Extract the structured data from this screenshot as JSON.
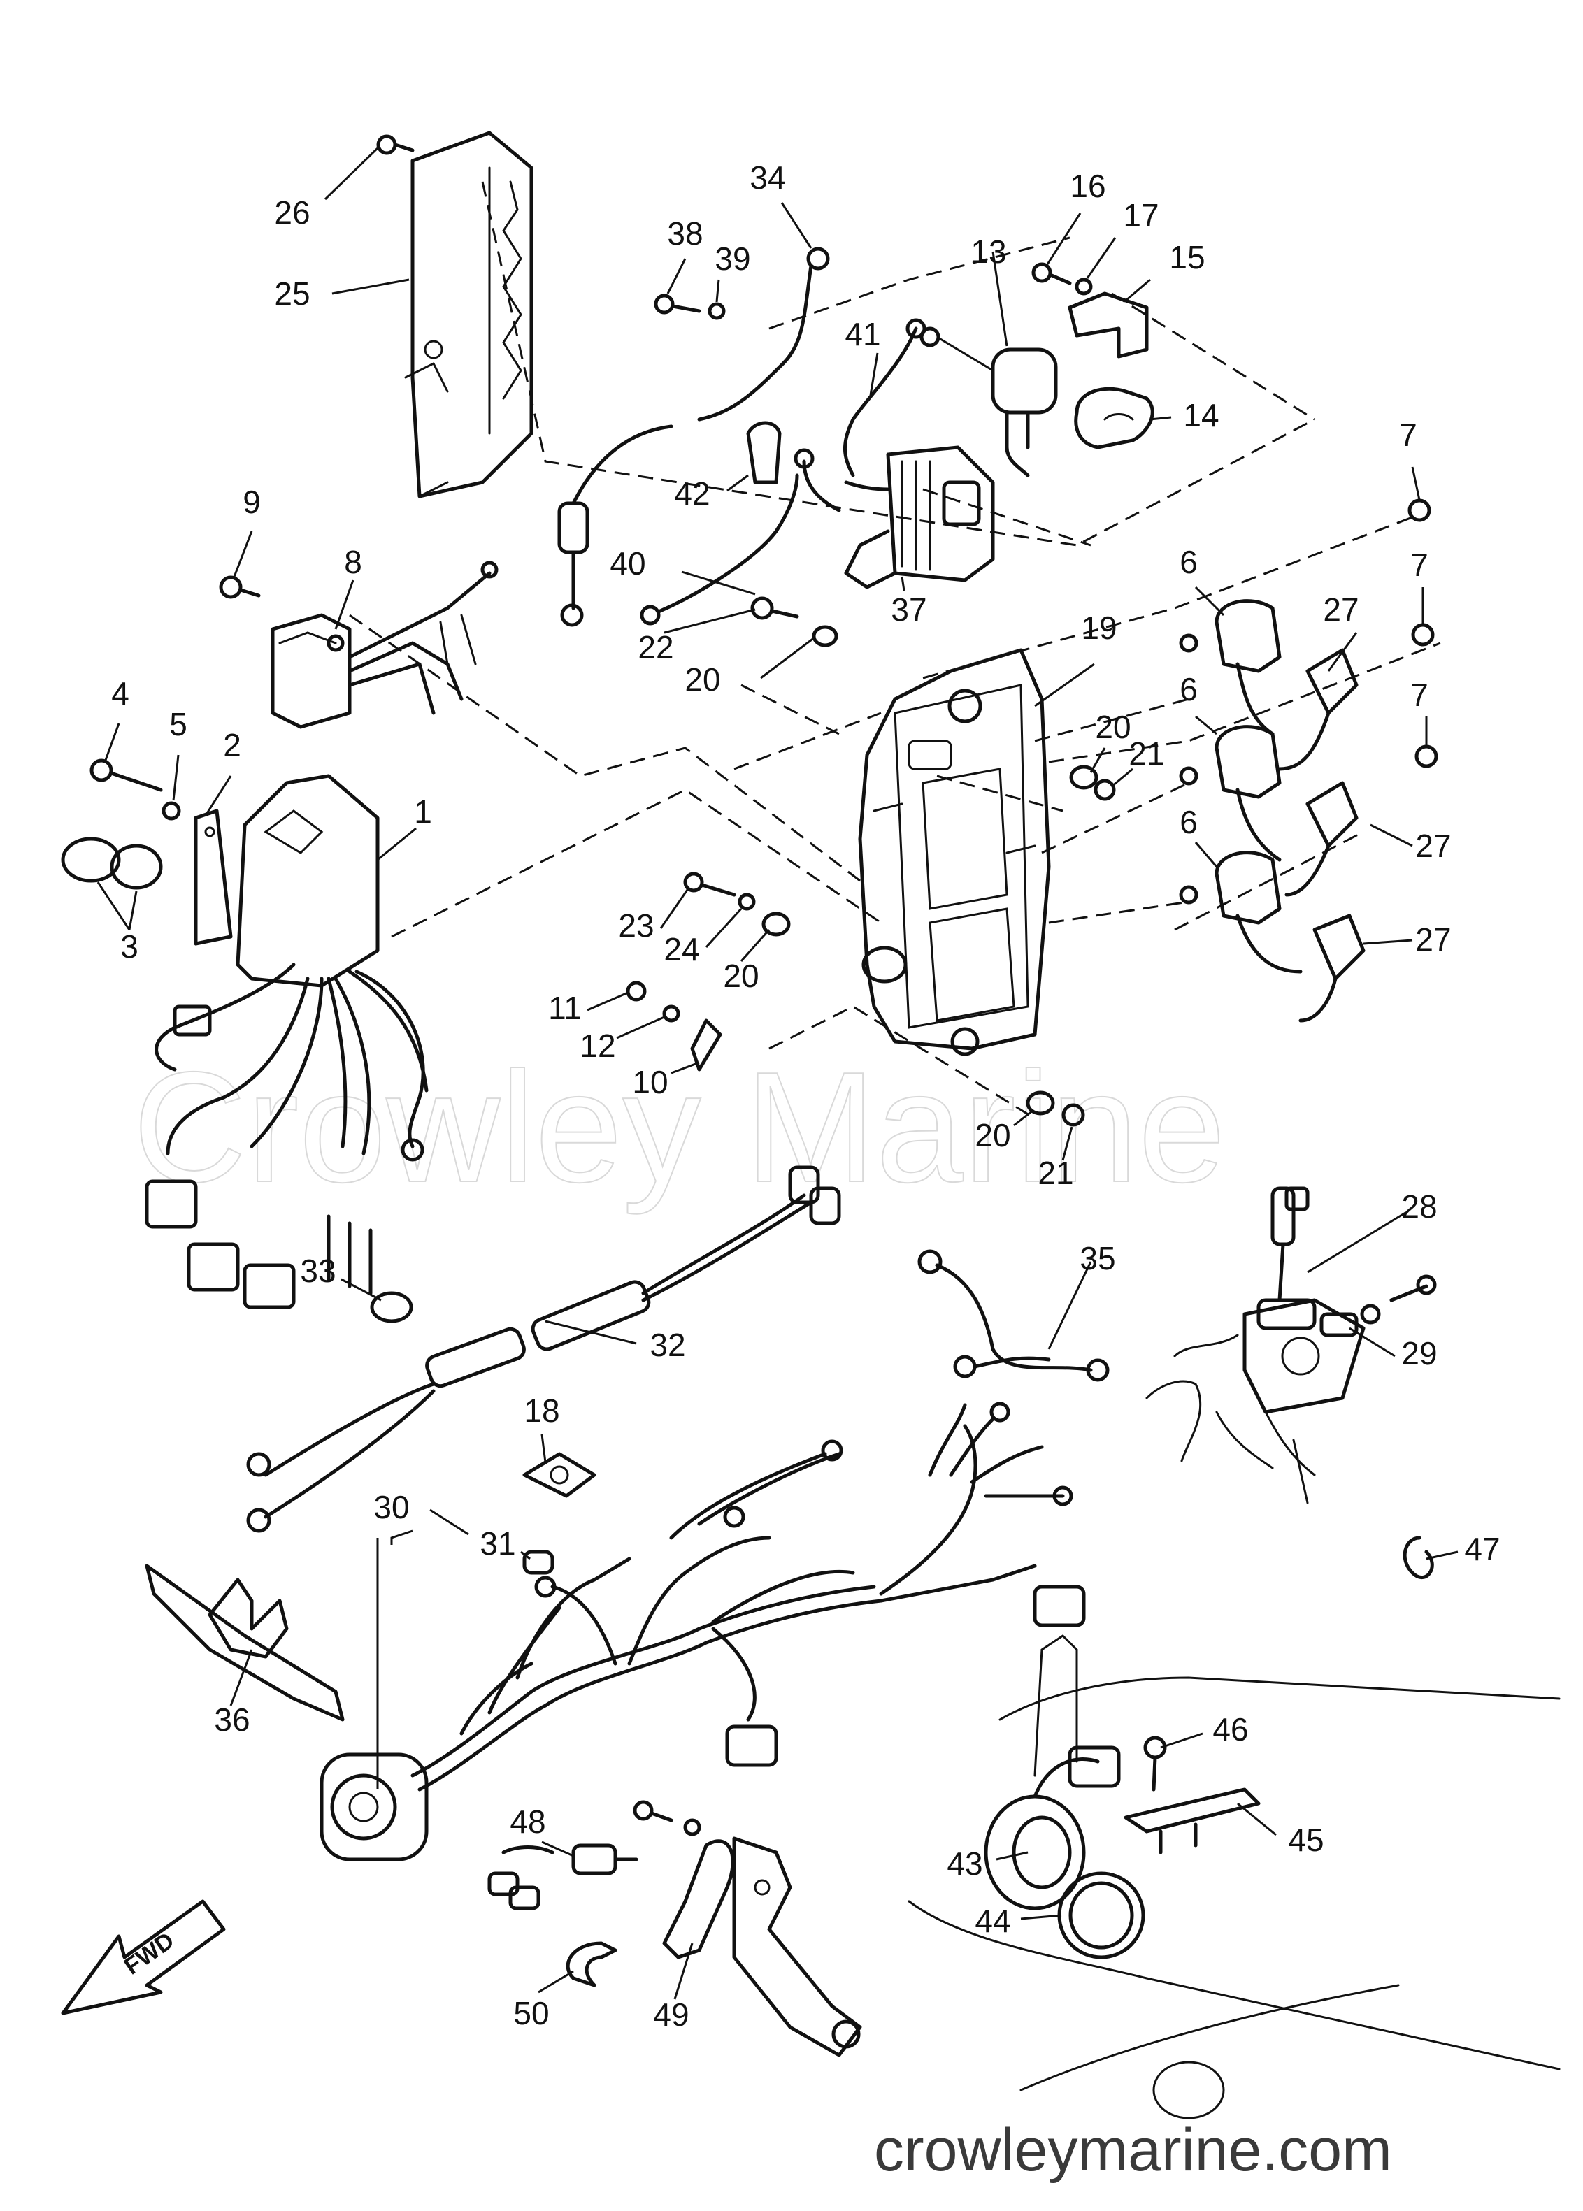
{
  "watermark": "Crowley Marine",
  "site_url": "crowleymarine.com",
  "direction_marker": "FWD",
  "callouts": [
    {
      "id": "c26",
      "label": "26"
    },
    {
      "id": "c25",
      "label": "25"
    },
    {
      "id": "c34",
      "label": "34"
    },
    {
      "id": "c38",
      "label": "38"
    },
    {
      "id": "c39",
      "label": "39"
    },
    {
      "id": "c13",
      "label": "13"
    },
    {
      "id": "c16",
      "label": "16"
    },
    {
      "id": "c17",
      "label": "17"
    },
    {
      "id": "c15",
      "label": "15"
    },
    {
      "id": "c41",
      "label": "41"
    },
    {
      "id": "c14",
      "label": "14"
    },
    {
      "id": "c42",
      "label": "42"
    },
    {
      "id": "c7a",
      "label": "7"
    },
    {
      "id": "c9",
      "label": "9"
    },
    {
      "id": "c8",
      "label": "8"
    },
    {
      "id": "c40",
      "label": "40"
    },
    {
      "id": "c37",
      "label": "37"
    },
    {
      "id": "c6a",
      "label": "6"
    },
    {
      "id": "c27a",
      "label": "27"
    },
    {
      "id": "c7b",
      "label": "7"
    },
    {
      "id": "c22",
      "label": "22"
    },
    {
      "id": "c19",
      "label": "19"
    },
    {
      "id": "c20a",
      "label": "20"
    },
    {
      "id": "c4",
      "label": "4"
    },
    {
      "id": "c5",
      "label": "5"
    },
    {
      "id": "c2",
      "label": "2"
    },
    {
      "id": "c20b",
      "label": "20"
    },
    {
      "id": "c21a",
      "label": "21"
    },
    {
      "id": "c6b",
      "label": "6"
    },
    {
      "id": "c7c",
      "label": "7"
    },
    {
      "id": "c1",
      "label": "1"
    },
    {
      "id": "c27b",
      "label": "27"
    },
    {
      "id": "c3",
      "label": "3"
    },
    {
      "id": "c23",
      "label": "23"
    },
    {
      "id": "c24",
      "label": "24"
    },
    {
      "id": "c20c",
      "label": "20"
    },
    {
      "id": "c6c",
      "label": "6"
    },
    {
      "id": "c27c",
      "label": "27"
    },
    {
      "id": "c11",
      "label": "11"
    },
    {
      "id": "c12",
      "label": "12"
    },
    {
      "id": "c10",
      "label": "10"
    },
    {
      "id": "c20d",
      "label": "20"
    },
    {
      "id": "c21b",
      "label": "21"
    },
    {
      "id": "c28",
      "label": "28"
    },
    {
      "id": "c33",
      "label": "33"
    },
    {
      "id": "c35",
      "label": "35"
    },
    {
      "id": "c32",
      "label": "32"
    },
    {
      "id": "c29",
      "label": "29"
    },
    {
      "id": "c18",
      "label": "18"
    },
    {
      "id": "c30",
      "label": "30"
    },
    {
      "id": "c31",
      "label": "31"
    },
    {
      "id": "c47",
      "label": "47"
    },
    {
      "id": "c36",
      "label": "36"
    },
    {
      "id": "c46",
      "label": "46"
    },
    {
      "id": "c48",
      "label": "48"
    },
    {
      "id": "c45",
      "label": "45"
    },
    {
      "id": "c43",
      "label": "43"
    },
    {
      "id": "c44",
      "label": "44"
    },
    {
      "id": "c50",
      "label": "50"
    },
    {
      "id": "c49",
      "label": "49"
    }
  ]
}
